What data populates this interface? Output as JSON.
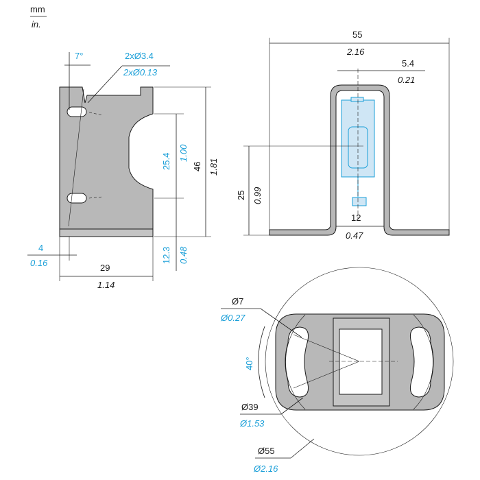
{
  "units": {
    "metric": "mm",
    "imperial": "in."
  },
  "side_view": {
    "angle": "7°",
    "holes_mm": "2xØ3.4",
    "holes_in": "2xØ0.13",
    "slot_span_mm": "25.4",
    "slot_span_in": "1.00",
    "height_mm": "46",
    "height_in": "1.81",
    "bottom_mm": "12.3",
    "bottom_in": "0.48",
    "thickness_mm": "4",
    "thickness_in": "0.16",
    "width_mm": "29",
    "width_in": "1.14"
  },
  "front_view": {
    "total_width_mm": "55",
    "total_width_in": "2.16",
    "offset_mm": "5.4",
    "offset_in": "0.21",
    "axis_height_mm": "25",
    "axis_height_in": "0.99",
    "inner_width_mm": "12",
    "inner_width_in": "0.47"
  },
  "top_view": {
    "slot_mm": "Ø7",
    "slot_in": "Ø0.27",
    "angle": "40°",
    "pitch_dia_mm": "Ø39",
    "pitch_dia_in": "Ø1.53",
    "outer_dia_mm": "Ø55",
    "outer_dia_in": "Ø2.16"
  }
}
